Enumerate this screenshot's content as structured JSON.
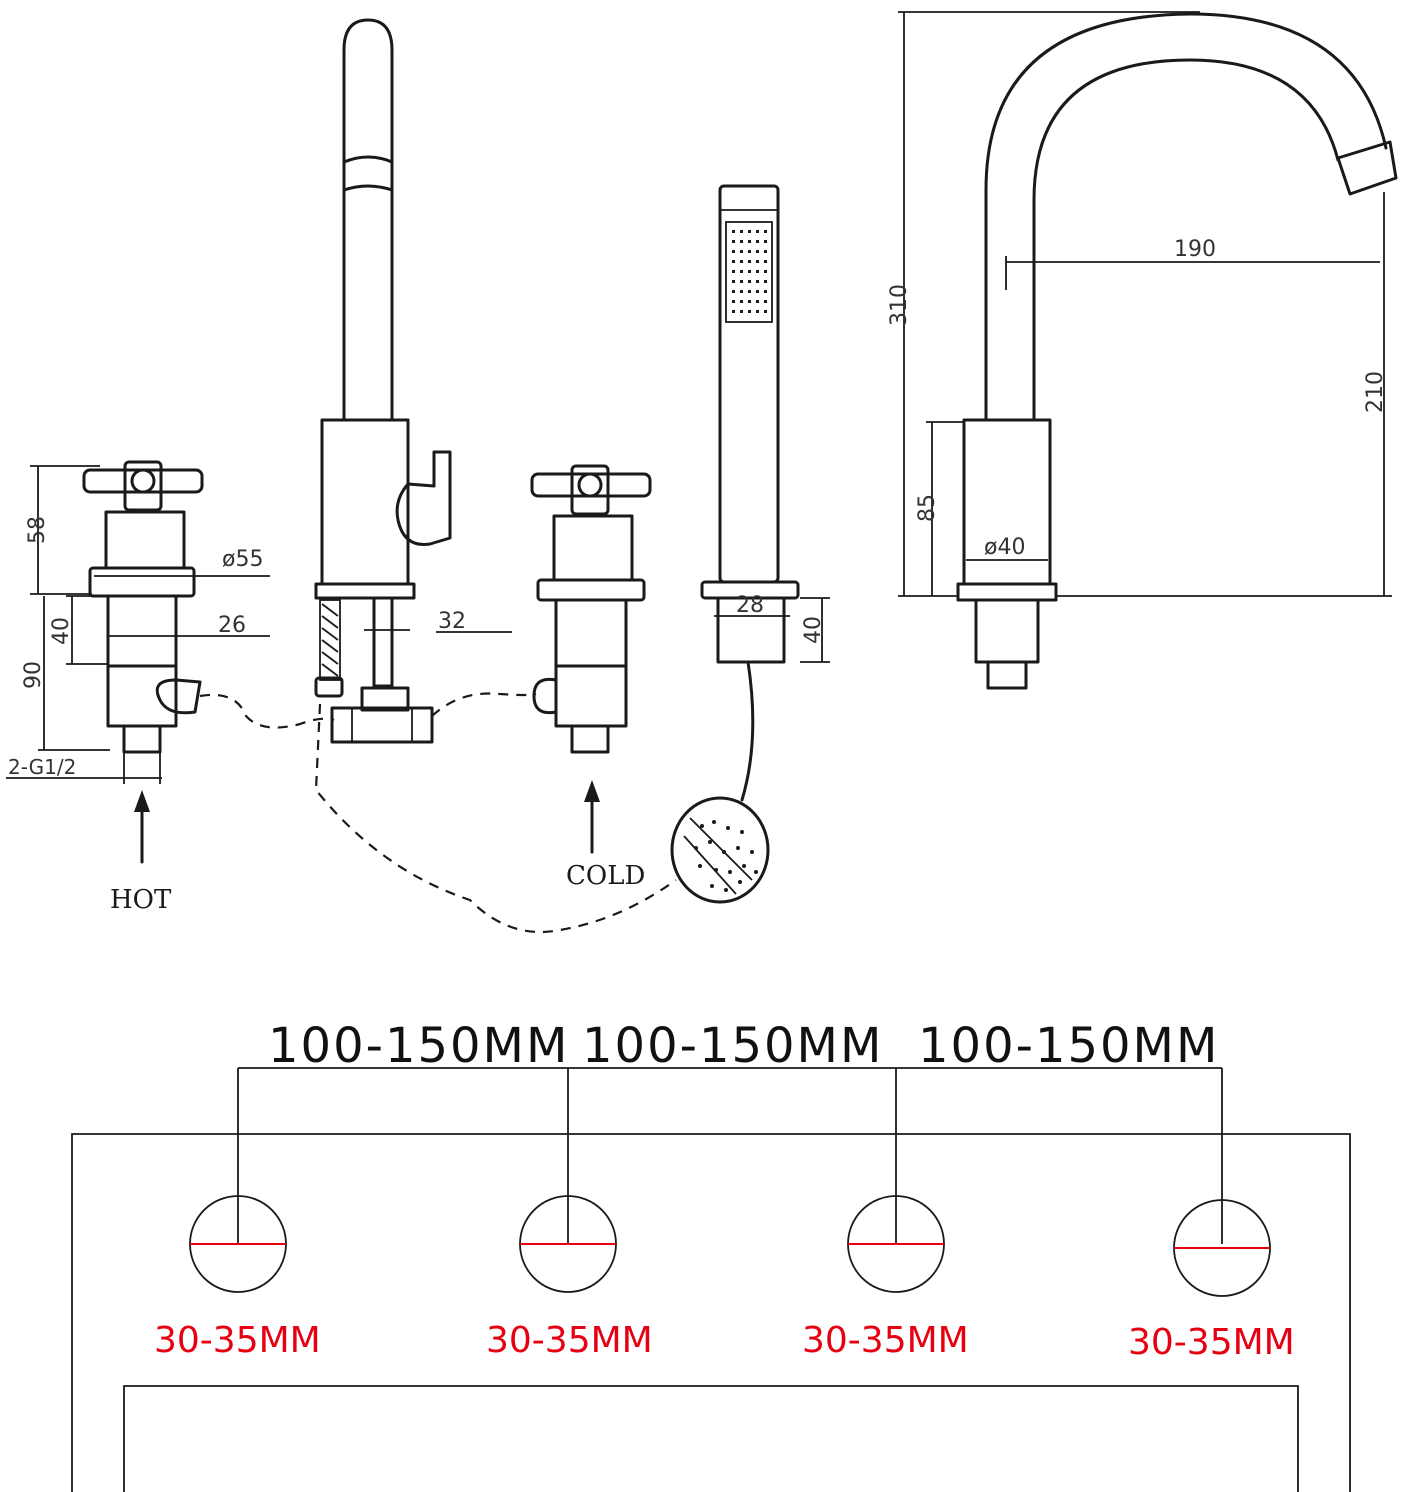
{
  "colors": {
    "line": "#1a1a1a",
    "hole_dimension": "#e60012"
  },
  "valve": {
    "height_top": "58",
    "height_body": "90",
    "flange_diameter": "ø55",
    "body_height": "40",
    "body_width": "26",
    "inlet_thread": "2-G1/2"
  },
  "spout_side": {
    "pipe": "32"
  },
  "shower": {
    "width": "28",
    "height": "40"
  },
  "spout_profile": {
    "total_height": "310",
    "reach": "190",
    "outlet_height": "210",
    "base_height": "85",
    "base_diameter": "ø40"
  },
  "labels": {
    "hot": "HOT",
    "cold": "COLD"
  },
  "layout": {
    "hole_spacing": [
      "100-150MM",
      "100-150MM",
      "100-150MM"
    ],
    "hole_diameter": [
      "30-35MM",
      "30-35MM",
      "30-35MM",
      "30-35MM"
    ]
  }
}
